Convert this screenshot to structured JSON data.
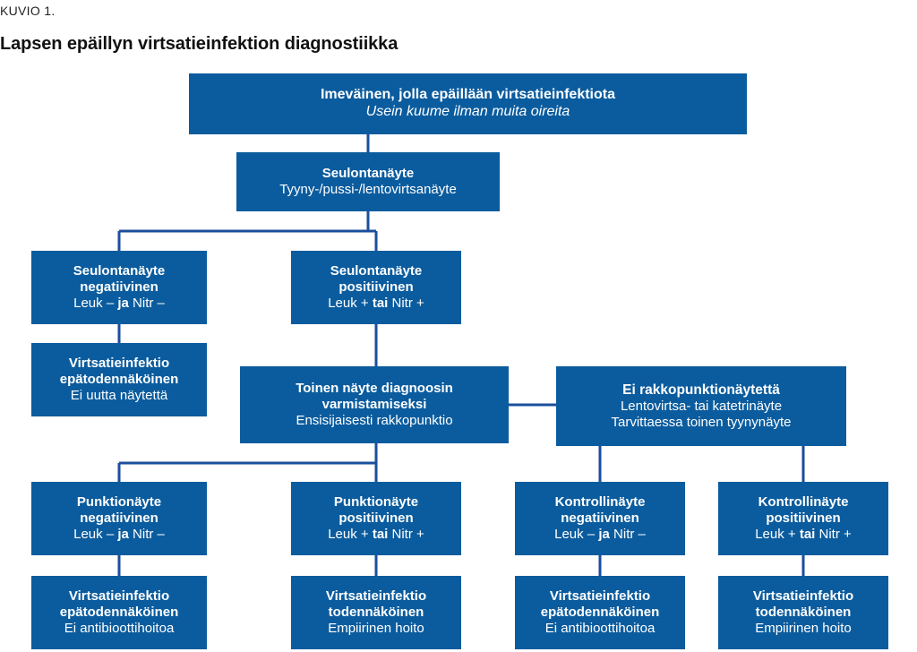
{
  "figure": {
    "kicker": "KUVIO 1.",
    "title": "Lapsen epäillyn virtsatieinfektion diagnostiikka",
    "box_color": "#0b5c9e",
    "line_color": "#1b4f9c",
    "text_color": "#ffffff"
  },
  "chart_data": {
    "type": "diagram",
    "title": "Lapsen epäillyn virtsatieinfektion diagnostiikka",
    "nodes": [
      {
        "id": "root",
        "bold": "Imeväinen, jolla epäillään virtsatieinfektiota",
        "italic": "Usein kuume ilman muita oireita"
      },
      {
        "id": "screen",
        "bold": "Seulontanäyte",
        "sub": "Tyyny-/pussi-/lentovirtsanäyte"
      },
      {
        "id": "screen_neg",
        "bold1": "Seulontanäyte",
        "bold2": "negatiivinen",
        "sub_pre": "Leuk – ",
        "sub_em": "ja",
        "sub_post": " Nitr –"
      },
      {
        "id": "screen_pos",
        "bold1": "Seulontanäyte",
        "bold2": "positiivinen",
        "sub_pre": "Leuk + ",
        "sub_em": "tai",
        "sub_post": " Nitr +"
      },
      {
        "id": "uti_unlikely_1",
        "bold1": "Virtsatieinfektio",
        "bold2": "epätodennäköinen",
        "sub": "Ei uutta näytettä"
      },
      {
        "id": "second_sample",
        "bold1": "Toinen näyte diagnoosin",
        "bold2": "varmistamiseksi",
        "sub": "Ensisijaisesti rakkopunktio"
      },
      {
        "id": "no_punction",
        "bold": "Ei rakkopunktionäytettä",
        "sub1": "Lentovirtsa- tai katetrinäyte",
        "sub2": "Tarvittaessa toinen tyynynäyte"
      },
      {
        "id": "punct_neg",
        "bold1": "Punktionäyte",
        "bold2": "negatiivinen",
        "sub_pre": "Leuk – ",
        "sub_em": "ja",
        "sub_post": " Nitr –"
      },
      {
        "id": "punct_pos",
        "bold1": "Punktionäyte",
        "bold2": "positiivinen",
        "sub_pre": "Leuk + ",
        "sub_em": "tai",
        "sub_post": " Nitr +"
      },
      {
        "id": "ctrl_neg",
        "bold1": "Kontrollinäyte",
        "bold2": "negatiivinen",
        "sub_pre": "Leuk – ",
        "sub_em": "ja",
        "sub_post": " Nitr –"
      },
      {
        "id": "ctrl_pos",
        "bold1": "Kontrollinäyte",
        "bold2": "positiivinen",
        "sub_pre": "Leuk + ",
        "sub_em": "tai",
        "sub_post": " Nitr +"
      },
      {
        "id": "res_1",
        "bold1": "Virtsatieinfektio",
        "bold2": "epätodennäköinen",
        "sub": "Ei antibioottihoitoa"
      },
      {
        "id": "res_2",
        "bold1": "Virtsatieinfektio",
        "bold2": "todennäköinen",
        "sub": "Empiirinen hoito"
      },
      {
        "id": "res_3",
        "bold1": "Virtsatieinfektio",
        "bold2": "epätodennäköinen",
        "sub": "Ei antibioottihoitoa"
      },
      {
        "id": "res_4",
        "bold1": "Virtsatieinfektio",
        "bold2": "todennäköinen",
        "sub": "Empiirinen hoito"
      }
    ],
    "edges": [
      {
        "from": "root",
        "to": "screen"
      },
      {
        "from": "screen",
        "to": "screen_neg"
      },
      {
        "from": "screen",
        "to": "screen_pos"
      },
      {
        "from": "screen_neg",
        "to": "uti_unlikely_1"
      },
      {
        "from": "screen_pos",
        "to": "second_sample"
      },
      {
        "from": "second_sample",
        "to": "no_punction"
      },
      {
        "from": "second_sample",
        "to": "punct_neg"
      },
      {
        "from": "second_sample",
        "to": "punct_pos"
      },
      {
        "from": "no_punction",
        "to": "ctrl_neg"
      },
      {
        "from": "no_punction",
        "to": "ctrl_pos"
      },
      {
        "from": "punct_neg",
        "to": "res_1"
      },
      {
        "from": "punct_pos",
        "to": "res_2"
      },
      {
        "from": "ctrl_neg",
        "to": "res_3"
      },
      {
        "from": "ctrl_pos",
        "to": "res_4"
      }
    ]
  },
  "nodes": {
    "root": {
      "bold": "Imeväinen, jolla epäillään virtsatieinfektiota",
      "italic": "Usein kuume ilman muita oireita"
    },
    "screen": {
      "bold": "Seulontanäyte",
      "sub": "Tyyny-/pussi-/lentovirtsanäyte"
    },
    "screen_neg": {
      "bold1": "Seulontanäyte",
      "bold2": "negatiivinen",
      "sub_pre": "Leuk – ",
      "sub_em": "ja",
      "sub_post": " Nitr –"
    },
    "screen_pos": {
      "bold1": "Seulontanäyte",
      "bold2": "positiivinen",
      "sub_pre": "Leuk + ",
      "sub_em": "tai",
      "sub_post": " Nitr +"
    },
    "uti_unlikely_1": {
      "bold1": "Virtsatieinfektio",
      "bold2": "epätodennäköinen",
      "sub": "Ei uutta näytettä"
    },
    "second_sample": {
      "bold1": "Toinen näyte diagnoosin",
      "bold2": "varmistamiseksi",
      "sub": "Ensisijaisesti rakkopunktio"
    },
    "no_punction": {
      "bold": "Ei rakkopunktionäytettä",
      "sub1": "Lentovirtsa- tai katetrinäyte",
      "sub2": "Tarvittaessa toinen tyynynäyte"
    },
    "punct_neg": {
      "bold1": "Punktionäyte",
      "bold2": "negatiivinen",
      "sub_pre": "Leuk – ",
      "sub_em": "ja",
      "sub_post": " Nitr –"
    },
    "punct_pos": {
      "bold1": "Punktionäyte",
      "bold2": "positiivinen",
      "sub_pre": "Leuk + ",
      "sub_em": "tai",
      "sub_post": " Nitr +"
    },
    "ctrl_neg": {
      "bold1": "Kontrollinäyte",
      "bold2": "negatiivinen",
      "sub_pre": "Leuk – ",
      "sub_em": "ja",
      "sub_post": " Nitr –"
    },
    "ctrl_pos": {
      "bold1": "Kontrollinäyte",
      "bold2": "positiivinen",
      "sub_pre": "Leuk + ",
      "sub_em": "tai",
      "sub_post": " Nitr +"
    },
    "res_1": {
      "bold1": "Virtsatieinfektio",
      "bold2": "epätodennäköinen",
      "sub": "Ei antibioottihoitoa"
    },
    "res_2": {
      "bold1": "Virtsatieinfektio",
      "bold2": "todennäköinen",
      "sub": "Empiirinen hoito"
    },
    "res_3": {
      "bold1": "Virtsatieinfektio",
      "bold2": "epätodennäköinen",
      "sub": "Ei antibioottihoitoa"
    },
    "res_4": {
      "bold1": "Virtsatieinfektio",
      "bold2": "todennäköinen",
      "sub": "Empiirinen hoito"
    }
  }
}
